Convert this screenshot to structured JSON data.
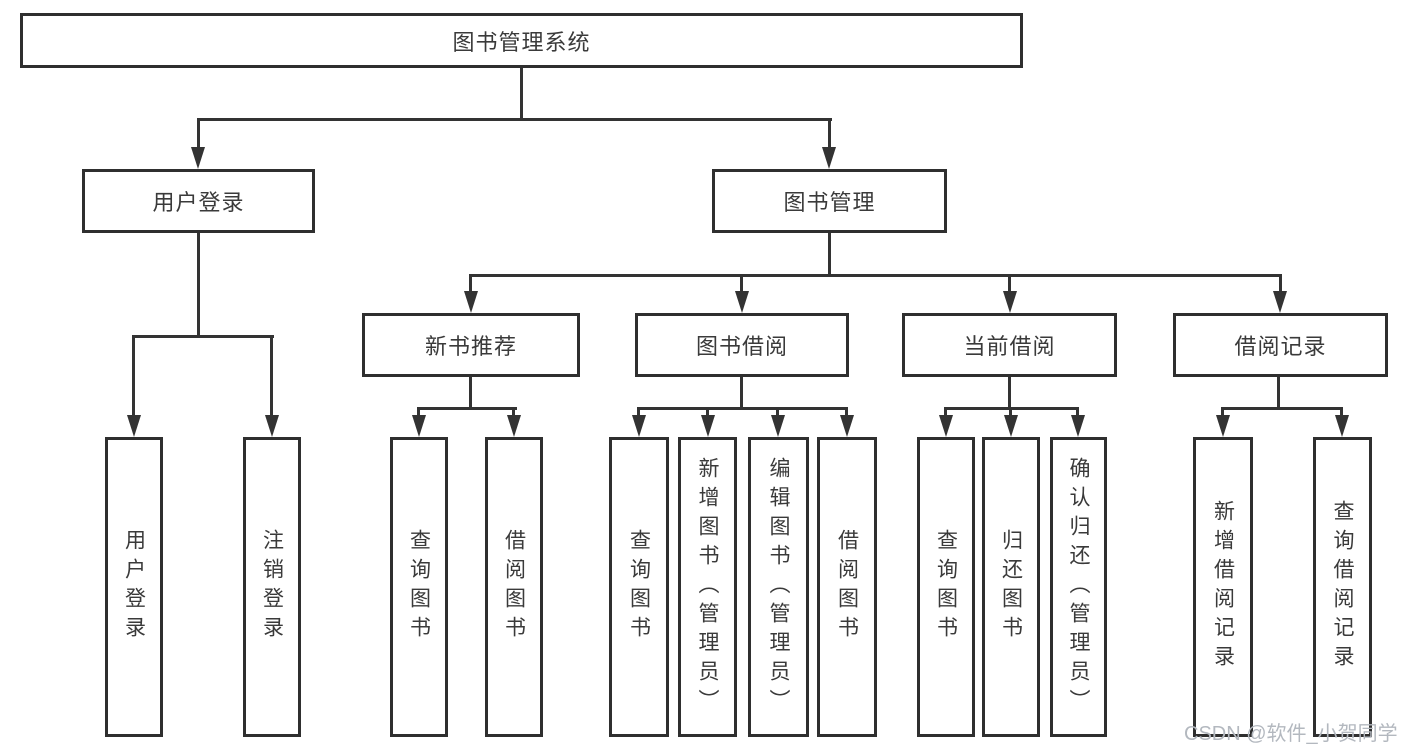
{
  "colors": {
    "line": "#333333",
    "border": "#2f2f2f",
    "text": "#3a3a3a",
    "box_background": "#ffffff",
    "watermark": "#b3b8bf"
  },
  "diagram": {
    "root": {
      "label": "图书管理系统"
    },
    "level2": [
      {
        "label": "用户登录"
      },
      {
        "label": "图书管理"
      }
    ],
    "level3": [
      {
        "label": "新书推荐"
      },
      {
        "label": "图书借阅"
      },
      {
        "label": "当前借阅"
      },
      {
        "label": "借阅记录"
      }
    ],
    "leaves": {
      "user_login": [
        {
          "label": "用户登录"
        },
        {
          "label": "注销登录"
        }
      ],
      "new_book_recommend": [
        {
          "label": "查询图书"
        },
        {
          "label": "借阅图书"
        }
      ],
      "book_borrow": [
        {
          "label": "查询图书"
        },
        {
          "label": "新增图书（管理员）"
        },
        {
          "label": "编辑图书（管理员）"
        },
        {
          "label": "借阅图书"
        }
      ],
      "current_borrow": [
        {
          "label": "查询图书"
        },
        {
          "label": "归还图书"
        },
        {
          "label": "确认归还（管理员）"
        }
      ],
      "borrow_records": [
        {
          "label": "新增借阅记录"
        },
        {
          "label": "查询借阅记录"
        }
      ]
    },
    "watermark": "CSDN @软件_小贺同学"
  }
}
